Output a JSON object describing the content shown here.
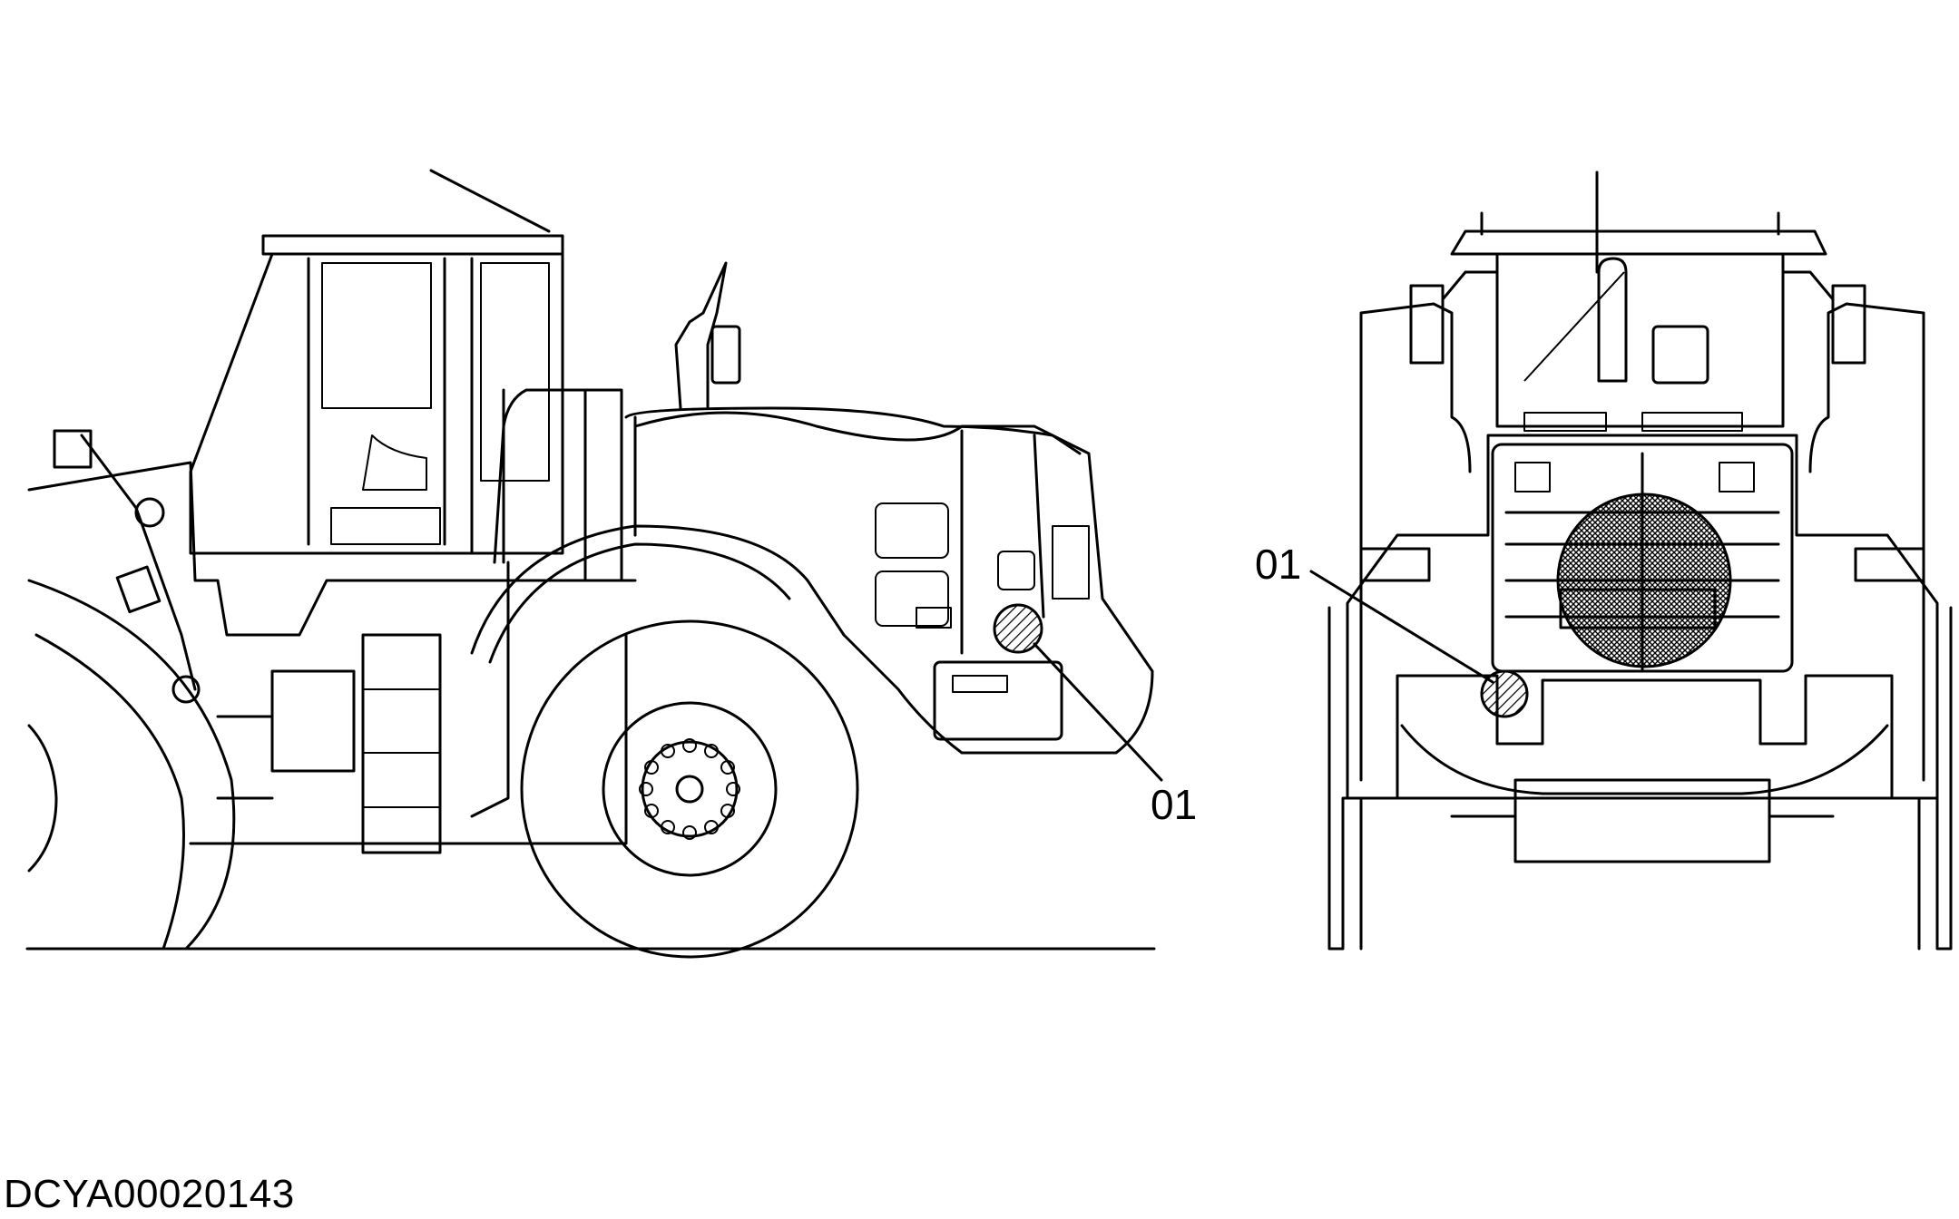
{
  "callouts": {
    "side_label": "01",
    "rear_label": "01"
  },
  "figure_id": "DCYA00020143",
  "colors": {
    "line": "#000000",
    "background": "#ffffff"
  }
}
